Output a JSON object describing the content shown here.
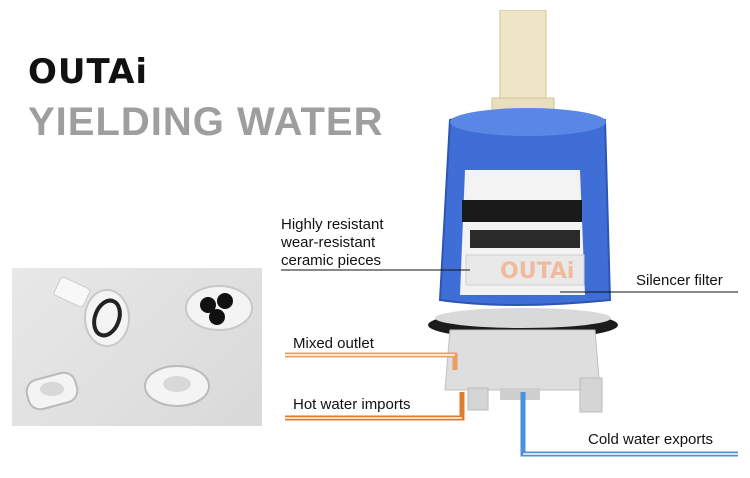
{
  "brand": {
    "logo_text": "OUTAi",
    "slogan": "YIELDING WATER"
  },
  "labels": {
    "ceramic": [
      "Highly resistant",
      "wear-resistant",
      "ceramic pieces"
    ],
    "silencer": "Silencer filter",
    "mixed": "Mixed outlet",
    "hot": "Hot water imports",
    "cold": "Cold water exports"
  },
  "watermark": "OUTAi",
  "colors": {
    "slogan": "#9e9e9e",
    "housing_blue": "#3f6fd6",
    "hot_line": "#e07a2c",
    "cold_line": "#4a8fe0",
    "mixed_line": "#e8a060"
  },
  "icons": [
    "cartridge-illustration",
    "product-photo"
  ]
}
